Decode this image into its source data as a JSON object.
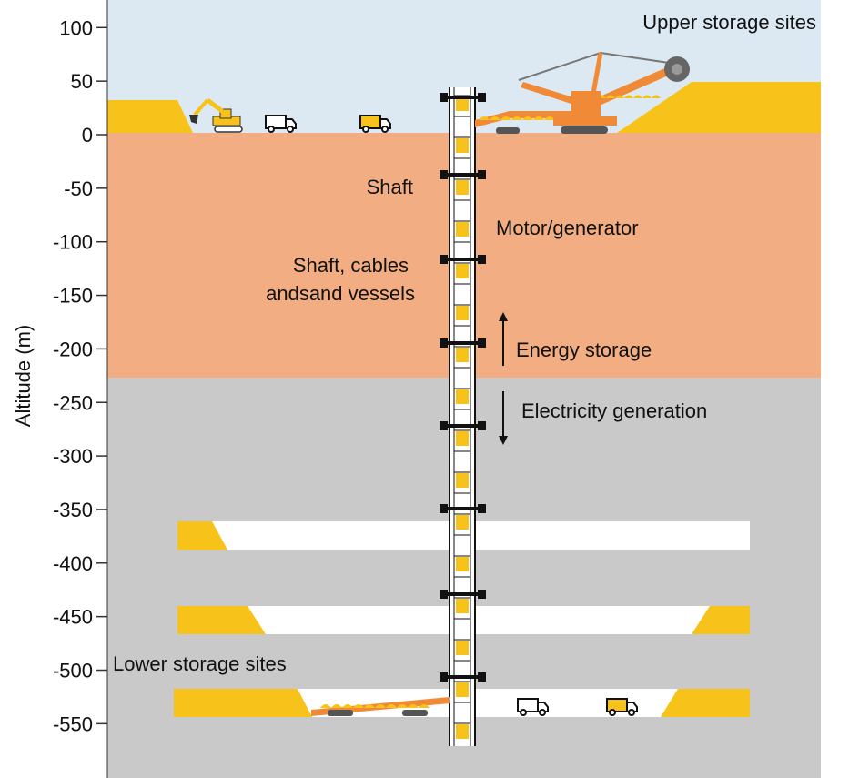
{
  "axis": {
    "title": "Altitude (m)",
    "ticks": [
      100,
      50,
      0,
      -50,
      -100,
      -150,
      -200,
      -250,
      -300,
      -350,
      -400,
      -450,
      -500,
      -550
    ],
    "tick_labels": [
      "100",
      "50",
      "0",
      "-50",
      "-100",
      "-150",
      "-200",
      "-250",
      "-300",
      "-350",
      "-400",
      "-450",
      "-500",
      "-550"
    ]
  },
  "labels": {
    "upper_storage": "Upper storage sites",
    "shaft": "Shaft",
    "motor_generator": "Motor/generator",
    "shaft_cables_line1": "Shaft, cables",
    "shaft_cables_line2": "andsand vessels",
    "energy_storage": "Energy storage",
    "electricity_generation": "Electricity generation",
    "lower_storage": "Lower storage sites"
  },
  "colors": {
    "sky": "#dce9f2",
    "soil": "#f2ae82",
    "rock": "#c9c9c9",
    "sand": "#f7c31a",
    "tunnel": "#ffffff",
    "machinery": "#f08a36",
    "shaft_frame": "#111111"
  }
}
